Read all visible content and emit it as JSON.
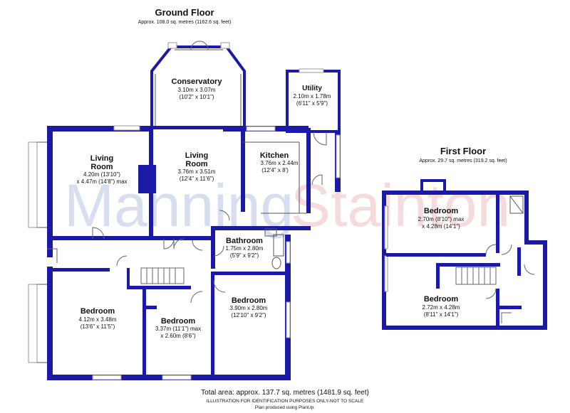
{
  "ground_floor": {
    "title": "Ground Floor",
    "area": "Approx. 108.0 sq. metres (1162.6 sq. feet)",
    "rooms": {
      "conservatory": {
        "name": "Conservatory",
        "metric": "3.10m x 3.07m",
        "imperial": "(10'2\" x 10'1\")"
      },
      "utility": {
        "name": "Utility",
        "metric": "2.10m x 1.78m",
        "imperial": "(6'11\" x 5'9\")"
      },
      "living_room_1": {
        "name1": "Living",
        "name2": "Room",
        "metric": "4.20m (13'10\")",
        "imperial": "x 4.47m (14'8\") max"
      },
      "living_room_2": {
        "name1": "Living",
        "name2": "Room",
        "metric": "3.76m x 3.51m",
        "imperial": "(12'4\" x 11'6\")"
      },
      "kitchen": {
        "name": "Kitchen",
        "metric": "3.76m x 2.44m",
        "imperial": "(12'4\" x 8')"
      },
      "bathroom": {
        "name": "Bathroom",
        "metric": "1.75m x 2.80m",
        "imperial": "(5'9\" x 9'2\")"
      },
      "bedroom_1": {
        "name": "Bedroom",
        "metric": "4.12m x 3.48m",
        "imperial": "(13'6\" x 11'5\")"
      },
      "bedroom_2": {
        "name": "Bedroom",
        "metric": "3.37m (11'1\") max",
        "imperial": "x 2.60m (8'6\")"
      },
      "bedroom_3": {
        "name": "Bedroom",
        "metric": "3.90m x 2.80m",
        "imperial": "(12'10\" x 9'2\")"
      }
    }
  },
  "first_floor": {
    "title": "First Floor",
    "area": "Approx. 29.7 sq. metres (319.2 sq. feet)",
    "rooms": {
      "bedroom_4": {
        "name": "Bedroom",
        "metric": "2.70m (8'10\") max",
        "imperial": "x 4.28m (14'1\")"
      },
      "bedroom_5": {
        "name": "Bedroom",
        "metric": "2.72m x 4.28m",
        "imperial": "(8'11\" x 14'1\")"
      }
    }
  },
  "footer": {
    "total_area": "Total area: approx. 137.7 sq. metres (1481.9 sq. feet)",
    "disclaimer": "ILLUSTRATION FOR IDENTIFICATION PURPOSES ONLY-NOT TO SCALE",
    "produced": "Plan produced using PlanUp."
  },
  "watermark": "ManningStainton",
  "colors": {
    "wall": "#1a1aa6",
    "watermark_blue": "#c9d3ea",
    "watermark_red": "#efc6c6"
  }
}
